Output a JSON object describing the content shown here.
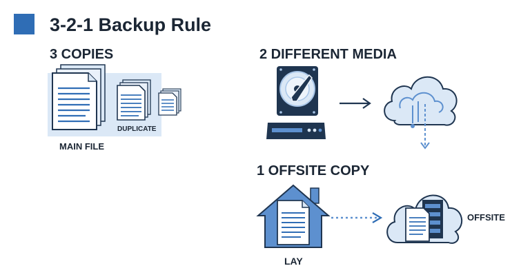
{
  "title": "3-2-1 Backup Rule",
  "sections": {
    "copies": {
      "heading": "3 COPIES",
      "main_label": "MAIN FILE",
      "duplicate_label": "DUPLICATE"
    },
    "media": {
      "heading": "2 DIFFERENT MEDIA"
    },
    "offsite": {
      "heading": "1 OFFSITE COPY",
      "home_label": "LAY",
      "cloud_label": "OFFSITE"
    }
  },
  "colors": {
    "accent": "#2f6db5",
    "stroke": "#1f3550",
    "light_blue": "#dbe8f6",
    "mid_blue": "#a9c6e8",
    "house_blue": "#5d90cf"
  },
  "icons": [
    "document-stack-icon",
    "hard-drive-icon",
    "server-rack-icon",
    "cloud-download-icon",
    "house-icon",
    "cloud-server-icon",
    "arrow-right-icon",
    "dotted-arrow-icon"
  ]
}
